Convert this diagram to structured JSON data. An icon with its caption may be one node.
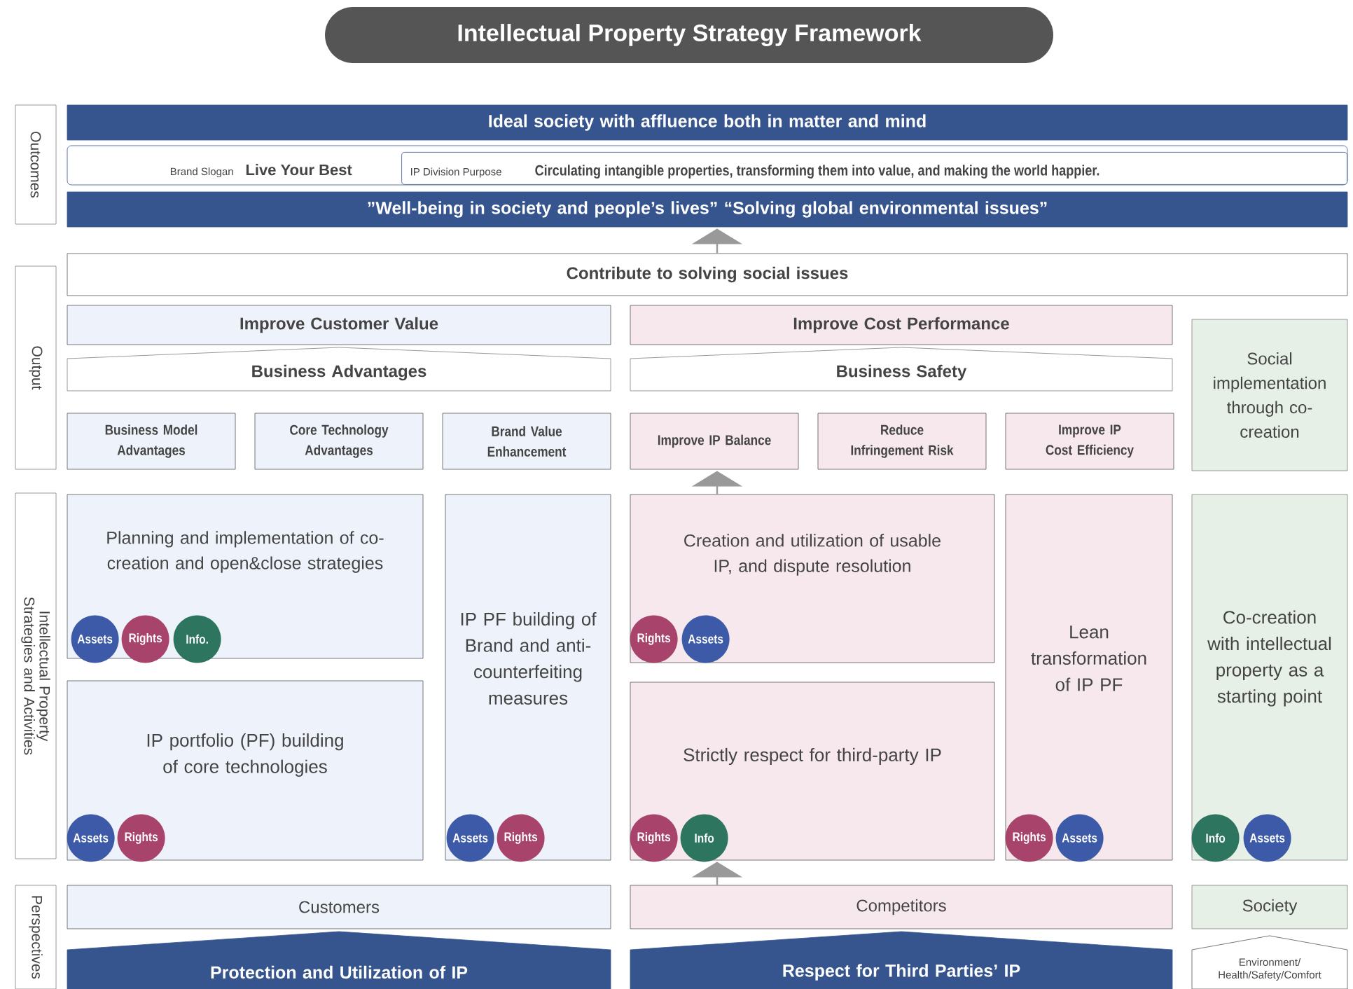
{
  "diagram": {
    "title": "Intellectual Property Strategy Framework",
    "nodes": [
      {
        "text": [
          "Outcomes"
        ]
      },
      {
        "text": [
          "Ideal society with affluence both in matter and mind"
        ]
      },
      {
        "text": [
          "Brand Slogan",
          "Live Your Best"
        ]
      },
      {
        "text": [
          "IP Division Purpose",
          "Circulating intangible properties, transforming them into value, and making the world happier."
        ],
        "in": 2
      },
      {
        "text": [
          "”Well-being in society and people’s lives” “Solving global environmental issues”"
        ]
      },
      {
        "text": [
          "Output"
        ]
      },
      {
        "text": [
          "Contribute to solving social issues"
        ]
      },
      {
        "text": [
          "Improve Customer Value"
        ]
      },
      {
        "text": [
          "Business Advantages"
        ]
      },
      {
        "text": [
          "Improve Cost Performance"
        ]
      },
      {
        "text": [
          "Business Safety"
        ]
      },
      {
        "text": [
          "Social implementation through co-creation"
        ]
      },
      {
        "text": [
          "Business Model Advantages"
        ]
      },
      {
        "text": [
          "Core Technology Advantages"
        ]
      },
      {
        "text": [
          "Brand Value Enhancement"
        ]
      },
      {
        "text": [
          "Improve IP Balance"
        ]
      },
      {
        "text": [
          "Reduce Infringement Risk"
        ]
      },
      {
        "text": [
          "Improve IP Cost Efficiency"
        ]
      },
      {
        "text": [
          "Intellectual Property Strategies and Activities"
        ]
      },
      {
        "text": [
          "Planning and implementation of co-creation and open&close strategies"
        ]
      },
      {
        "text": [
          "Assets"
        ],
        "in": 19
      },
      {
        "text": [
          "Rights"
        ],
        "in": 19
      },
      {
        "text": [
          "Info."
        ],
        "in": 19
      },
      {
        "text": [
          "IP portfolio (PF) building of core technologies"
        ]
      },
      {
        "text": [
          "Assets"
        ],
        "in": 23
      },
      {
        "text": [
          "Rights"
        ],
        "in": 23
      },
      {
        "text": [
          "IP PF building of Brand and anti-counterfeiting measures"
        ]
      },
      {
        "text": [
          "Assets"
        ],
        "in": 26
      },
      {
        "text": [
          "Rights"
        ],
        "in": 26
      },
      {
        "text": [
          "Creation and utilization of usable IP, and dispute resolution"
        ]
      },
      {
        "text": [
          "Rights"
        ],
        "in": 29
      },
      {
        "text": [
          "Assets"
        ],
        "in": 29
      },
      {
        "text": [
          "Strictly respect for third-party IP"
        ]
      },
      {
        "text": [
          "Rights"
        ],
        "in": 32
      },
      {
        "text": [
          "Info"
        ],
        "in": 32
      },
      {
        "text": [
          "Lean transformation of IP PF"
        ]
      },
      {
        "text": [
          "Rights"
        ],
        "in": 35
      },
      {
        "text": [
          "Assets"
        ],
        "in": 35
      },
      {
        "text": [
          "Co-creation with intellectual property as a starting point"
        ]
      },
      {
        "text": [
          "Info"
        ],
        "in": 38
      },
      {
        "text": [
          "Assets"
        ],
        "in": 38
      },
      {
        "text": [
          "Perspectives"
        ]
      },
      {
        "text": [
          "Customers"
        ]
      },
      {
        "text": [
          "Competitors"
        ]
      },
      {
        "text": [
          "Society"
        ]
      },
      {
        "text": [
          "Protection and Utilization of IP"
        ]
      },
      {
        "text": [
          "Respect for Third Parties’ IP"
        ]
      },
      {
        "text": [
          "Environment/ Health/Safety/Comfort"
        ]
      }
    ],
    "edges": [
      {
        "from": 6,
        "to": 4,
        "arrow": "to"
      },
      {
        "from": 29,
        "to": 15,
        "arrow": "to"
      },
      {
        "from": 43,
        "to": 32,
        "arrow": "to"
      }
    ]
  }
}
